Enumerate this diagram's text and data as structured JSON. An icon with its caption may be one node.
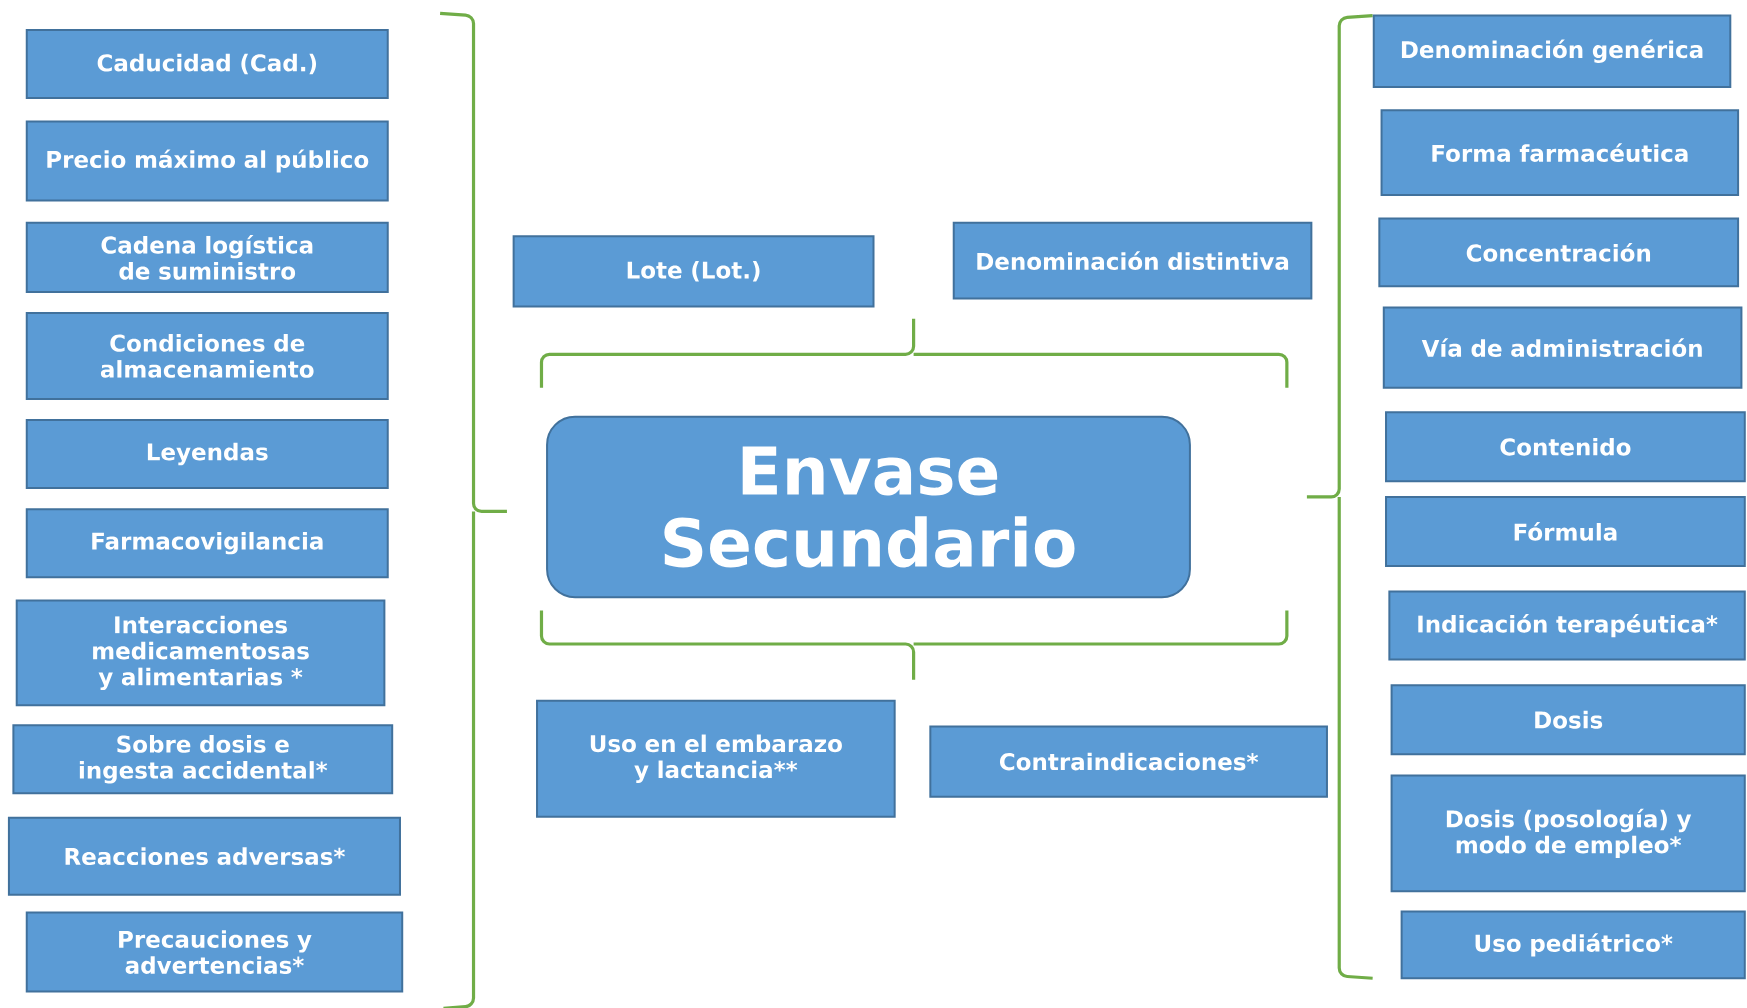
{
  "diagram": {
    "nodes": [
      {
        "text": [
          "Caducidad  (Cad.)"
        ]
      },
      {
        "text": [
          "Precio máximo al público"
        ]
      },
      {
        "text": [
          "Cadena logística de suministro"
        ]
      },
      {
        "text": [
          "Condiciones de almacenamiento"
        ]
      },
      {
        "text": [
          "Leyendas"
        ]
      },
      {
        "text": [
          "Farmacovigilancia"
        ]
      },
      {
        "text": [
          "Interacciones medicamentosas y alimentarias *"
        ]
      },
      {
        "text": [
          "Sobre dosis e ingesta accidental*"
        ]
      },
      {
        "text": [
          "Reacciones adversas*"
        ]
      },
      {
        "text": [
          "Precauciones y advertencias*"
        ]
      },
      {
        "text": [
          "Lote (Lot.)"
        ]
      },
      {
        "text": [
          "Denominación distintiva"
        ]
      },
      {
        "text": [
          "Envase Secundario"
        ]
      },
      {
        "text": [
          "Uso en el embarazo y lactancia**"
        ]
      },
      {
        "text": [
          "Contraindicaciones*"
        ]
      },
      {
        "text": [
          "Denominación genérica"
        ]
      },
      {
        "text": [
          "Forma farmacéutica"
        ]
      },
      {
        "text": [
          "Concentración"
        ]
      },
      {
        "text": [
          "Vía de administración"
        ]
      },
      {
        "text": [
          "Contenido"
        ]
      },
      {
        "text": [
          "Fórmula"
        ]
      },
      {
        "text": [
          "Indicación terapéutica*"
        ]
      },
      {
        "text": [
          "Dosis"
        ]
      },
      {
        "text": [
          "Dosis (posología) y modo de empleo*"
        ]
      },
      {
        "text": [
          "Uso pediátrico*"
        ]
      }
    ]
  }
}
